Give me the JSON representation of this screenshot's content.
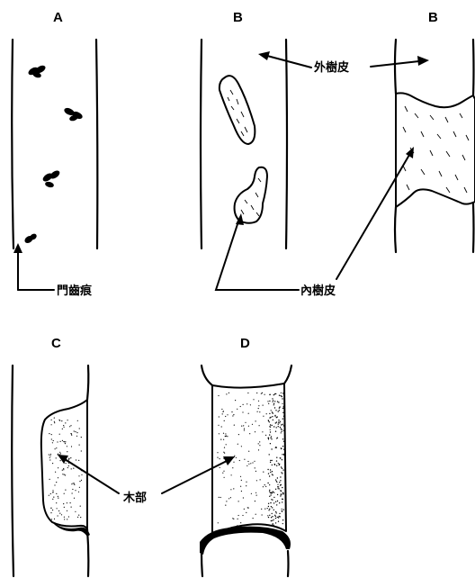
{
  "panels": {
    "a": "A",
    "b1": "B",
    "b2": "B",
    "c": "C",
    "d": "D"
  },
  "labels": {
    "tooth_marks": "門齒痕",
    "outer_bark": "外樹皮",
    "inner_bark": "內樹皮",
    "wood": "木部"
  },
  "colors": {
    "ink": "#000000",
    "paper": "#ffffff"
  }
}
